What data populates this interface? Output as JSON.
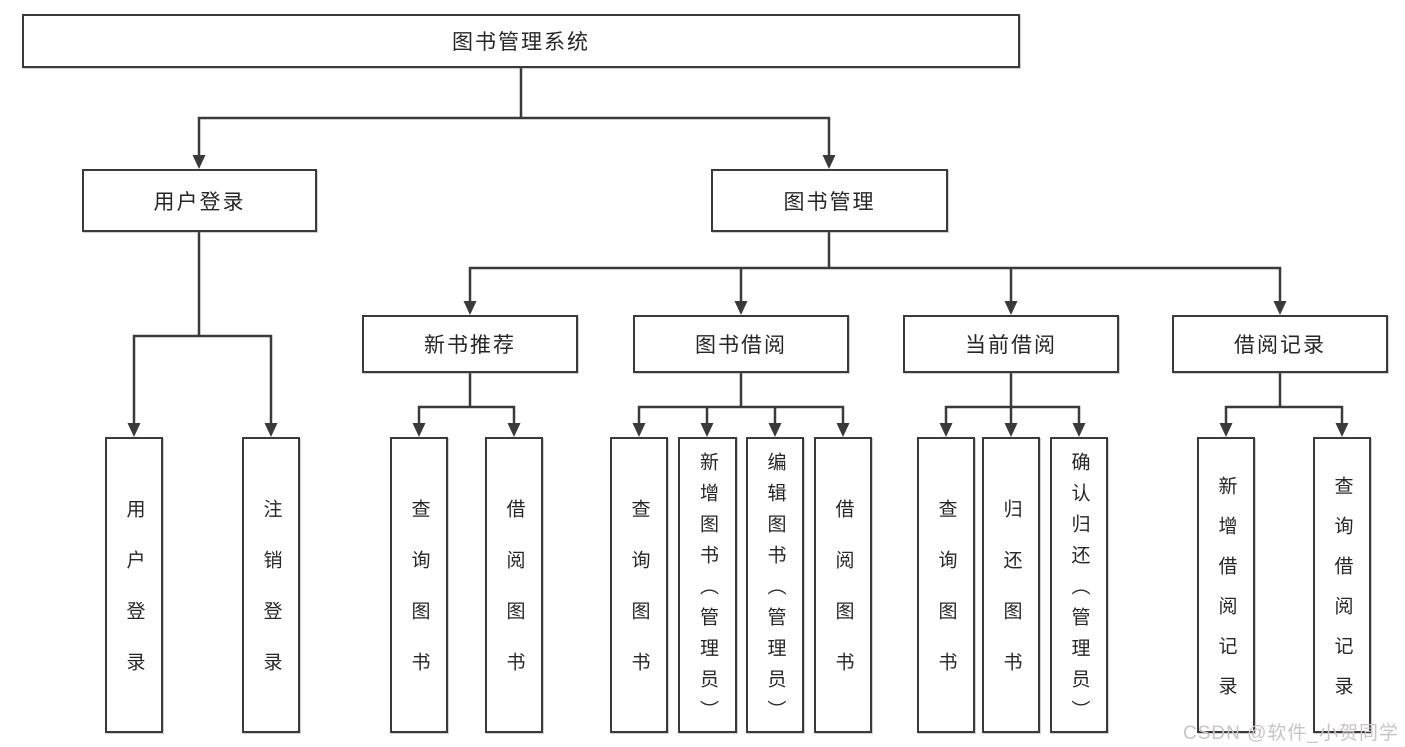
{
  "diagram": {
    "root": {
      "label": "图书管理系统"
    },
    "branches": [
      {
        "label": "用户登录",
        "children": [
          {
            "label": "用户登录"
          },
          {
            "label": "注销登录"
          }
        ]
      },
      {
        "label": "图书管理",
        "children": [
          {
            "label": "新书推荐",
            "children": [
              {
                "label": "查询图书"
              },
              {
                "label": "借阅图书"
              }
            ]
          },
          {
            "label": "图书借阅",
            "children": [
              {
                "label": "查询图书"
              },
              {
                "label": "新增图书（管理员）"
              },
              {
                "label": "编辑图书（管理员）"
              },
              {
                "label": "借阅图书"
              }
            ]
          },
          {
            "label": "当前借阅",
            "children": [
              {
                "label": "查询图书"
              },
              {
                "label": "归还图书"
              },
              {
                "label": "确认归还（管理员）"
              }
            ]
          },
          {
            "label": "借阅记录",
            "children": [
              {
                "label": "新增借阅记录"
              },
              {
                "label": "查询借阅记录"
              }
            ]
          }
        ]
      }
    ]
  },
  "watermark": {
    "text": "CSDN @软件_小贺同学"
  },
  "colors": {
    "line": "#3a3a3a",
    "box_border": "#3a3a3a",
    "text": "#262626",
    "watermark": "#c9c4c4",
    "background": "#ffffff"
  }
}
